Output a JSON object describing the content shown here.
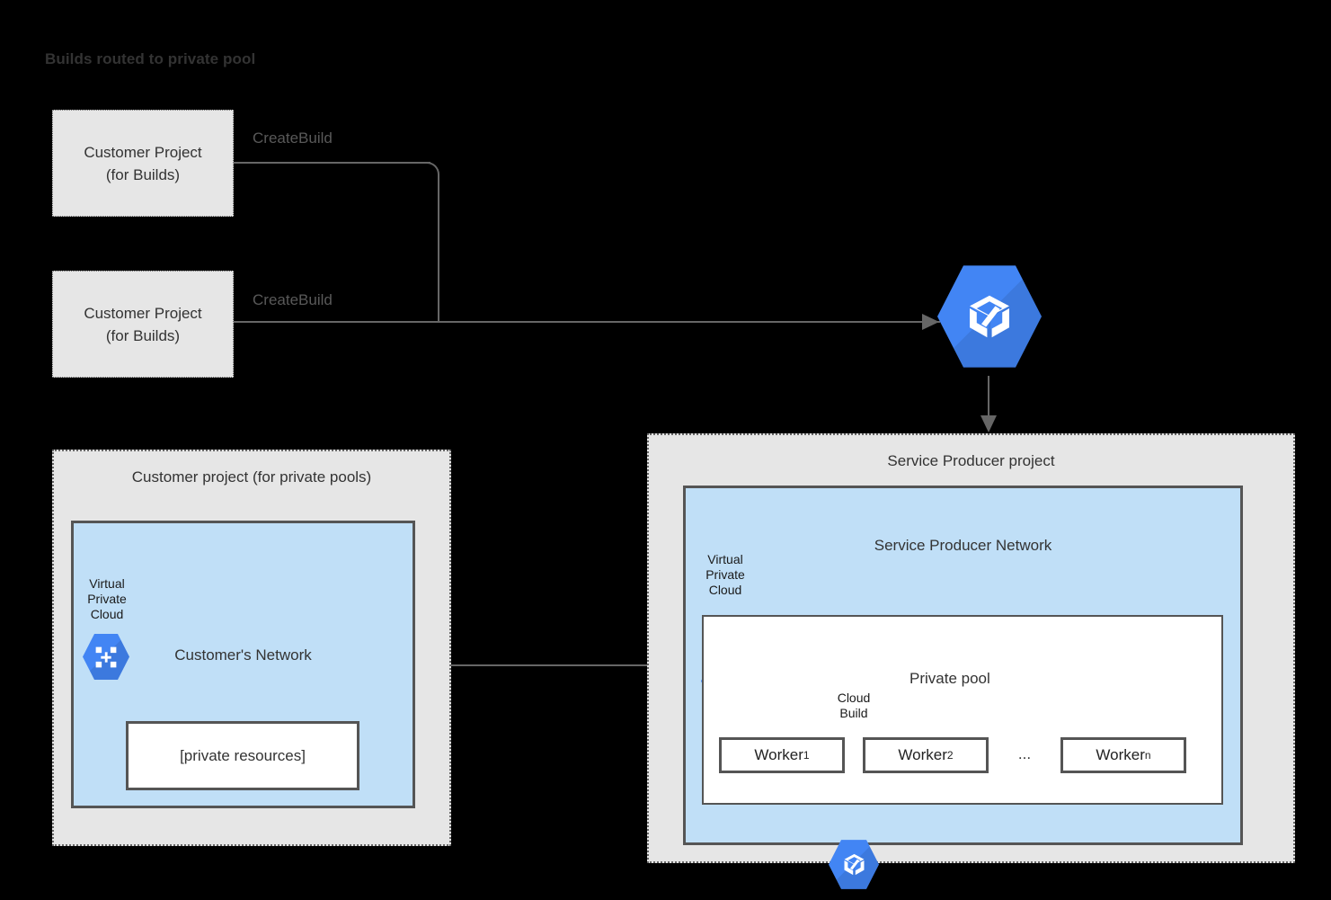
{
  "title": "Builds routed to private pool",
  "colors": {
    "background": "#000000",
    "panel_fill": "#E6E6E6",
    "panel_border": "#666666",
    "network_fill": "#C0DFF7",
    "network_border": "#555555",
    "box_fill": "#FFFFFF",
    "connector": "#666666",
    "gcp_blue": "#4285F4",
    "text": "#333333"
  },
  "build_projects": [
    {
      "line1": "Customer Project",
      "line2": "(for Builds)",
      "edge_label": "CreateBuild"
    },
    {
      "line1": "Customer Project",
      "line2": "(for Builds)",
      "edge_label": "CreateBuild"
    }
  ],
  "cloud_build_service": {
    "icon": "cloud-build-icon"
  },
  "customer_project": {
    "panel_title": "Customer project (for private pools)",
    "network_title": "Customer's Network",
    "vpc_icon": "virtual-private-cloud-icon",
    "vpc_caption_line1": "Virtual",
    "vpc_caption_line2": "Private",
    "vpc_caption_line3": "Cloud",
    "private_resources_label": "[private resources]"
  },
  "service_producer_project": {
    "panel_title": "Service Producer project",
    "network_title": "Service Producer Network",
    "vpc_icon": "virtual-private-cloud-icon",
    "vpc_caption_line1": "Virtual",
    "vpc_caption_line2": "Private",
    "vpc_caption_line3": "Cloud",
    "private_pool": {
      "title": "Private pool",
      "icon": "cloud-build-icon",
      "icon_caption_line1": "Cloud",
      "icon_caption_line2": "Build",
      "ellipsis": "...",
      "workers": [
        {
          "name": "Worker",
          "index": "1"
        },
        {
          "name": "Worker",
          "index": "2"
        },
        {
          "name": "Worker",
          "index": "n"
        }
      ]
    }
  }
}
